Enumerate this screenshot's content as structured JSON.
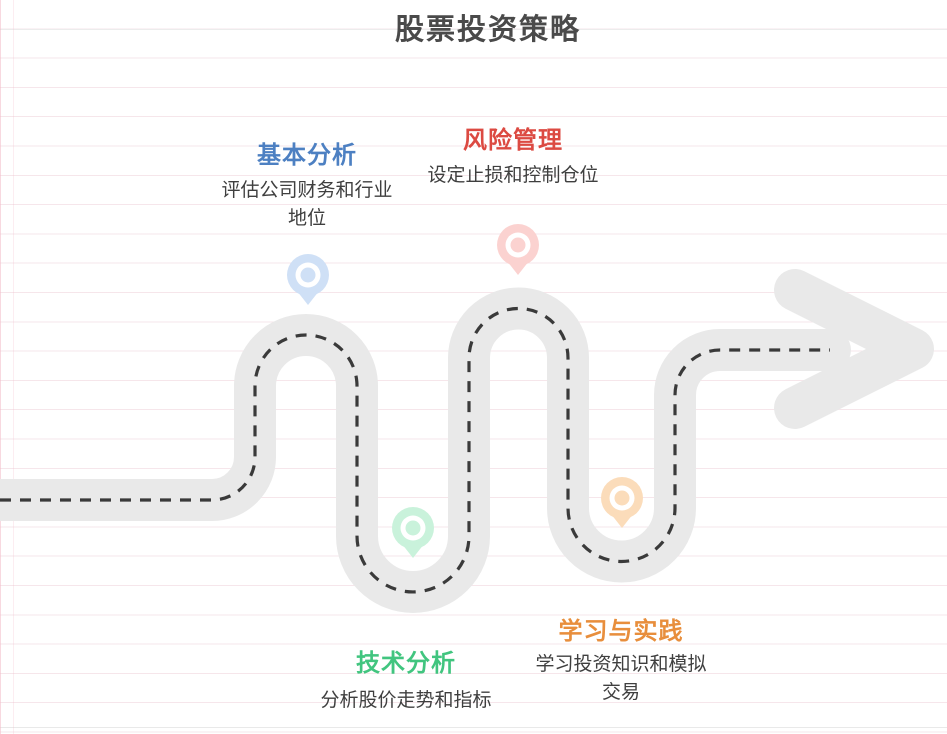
{
  "title": "股票投资策略",
  "title_color": "#4a4a4a",
  "description_color": "#3f3f3f",
  "milestones": [
    {
      "label": "基本分析",
      "description": "评估公司财务和行业地位",
      "lines": [
        "评估公司财务和行业",
        "地位"
      ],
      "color": "#4d80c2",
      "pin_color": "#cfe0f6"
    },
    {
      "label": "风险管理",
      "description": "设定止损和控制仓位",
      "lines": [
        "设定止损和控制仓位"
      ],
      "color": "#dc4a42",
      "pin_color": "#fbd2d0"
    },
    {
      "label": "技术分析",
      "description": "分析股价走势和指标",
      "lines": [
        "分析股价走势和指标"
      ],
      "color": "#41c57f",
      "pin_color": "#c9f2db"
    },
    {
      "label": "学习与实践",
      "description": "学习投资知识和模拟交易",
      "lines": [
        "学习投资知识和模拟",
        "交易"
      ],
      "color": "#e88e3c",
      "pin_color": "#fbdcba"
    }
  ],
  "road": {
    "color": "#e9e9e9",
    "dash_color": "#3a3a3a"
  },
  "background": {
    "rule_line_color": "#eed2da",
    "top_line_color": "#ececec",
    "bottom_line_color": "#e9e9e9",
    "margin_line_color": "#f2b9c7"
  }
}
